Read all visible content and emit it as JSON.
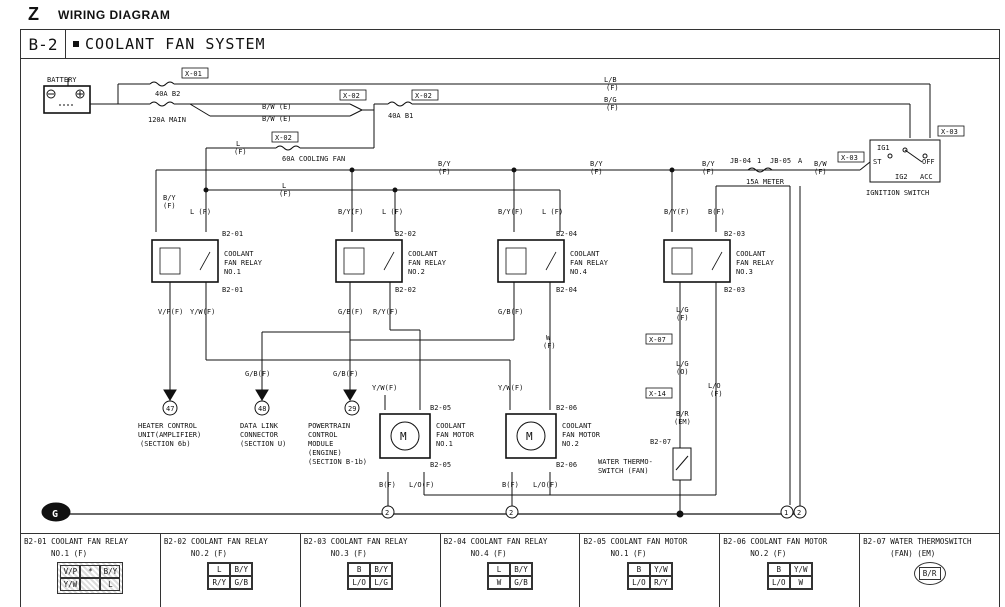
{
  "header": {
    "letter": "Z",
    "title": "WIRING DIAGRAM"
  },
  "section": {
    "code": "B-2",
    "name": "COOLANT FAN SYSTEM"
  },
  "diagram": {
    "battery": "BATTERY",
    "fuses": {
      "f40a_b2": "40A B2",
      "f120a": "120A MAIN",
      "f40a_b1": "40A B1",
      "f60a": "60A COOLING FAN",
      "f15a": "15A METER"
    },
    "connectors": {
      "x01": "X-01",
      "x02a": "X-02",
      "x02b": "X-02",
      "x02c": "X-02",
      "x03a": "X-03",
      "x03b": "X-03",
      "x07": "X-07",
      "x14": "X-14"
    },
    "wires": {
      "lb": "L/B",
      "bg": "B/G",
      "f": "(F)",
      "bw_e": "B/W (E)",
      "l": "L",
      "by": "B/Y",
      "bw": "B/W",
      "by_f": "B/Y(F)",
      "l_f": "L (F)",
      "b_f": "B(F)",
      "vp_f": "V/P(F)",
      "yw_f": "Y/W(F)",
      "gb_f": "G/B(F)",
      "ry_f": "R/Y(F)",
      "w": "W",
      "lg": "L/G",
      "o": "(O)",
      "br": "B/R",
      "em": "(EM)",
      "lo": "L/O",
      "lo_f": "L/O(F)"
    },
    "jb": {
      "jb04": "JB-04",
      "jb05": "JB-05",
      "one": "1",
      "a": "A"
    },
    "ignition": {
      "label": "IGNITION SWITCH",
      "ig1": "IG1",
      "st": "ST",
      "off": "OFF",
      "ig2": "IG2",
      "acc": "ACC"
    },
    "relays": {
      "r1": {
        "pin_top": "B2-01",
        "pin_bot": "B2-01",
        "name": [
          "COOLANT",
          "FAN RELAY",
          "NO.1"
        ]
      },
      "r2": {
        "pin_top": "B2-02",
        "pin_bot": "B2-02",
        "name": [
          "COOLANT",
          "FAN RELAY",
          "NO.2"
        ]
      },
      "r4": {
        "pin_top": "B2-04",
        "pin_bot": "B2-04",
        "name": [
          "COOLANT",
          "FAN RELAY",
          "NO.4"
        ]
      },
      "r3": {
        "pin_top": "B2-03",
        "pin_bot": "B2-03",
        "name": [
          "COOLANT",
          "FAN RELAY",
          "NO.3"
        ]
      }
    },
    "motors": {
      "m1": {
        "pin_top": "B2-05",
        "pin_bot": "B2-05",
        "name": [
          "COOLANT",
          "FAN MOTOR",
          "NO.1"
        ],
        "symbol": "M"
      },
      "m2": {
        "pin_top": "B2-06",
        "pin_bot": "B2-06",
        "name": [
          "COOLANT",
          "FAN MOTOR",
          "NO.2"
        ],
        "symbol": "M"
      }
    },
    "refs": {
      "r47": {
        "num": "47",
        "text": [
          "HEATER CONTROL",
          "UNIT(AMPLIFIER)",
          "(SECTION 6b)"
        ]
      },
      "r48": {
        "num": "48",
        "text": [
          "DATA LINK",
          "CONNECTOR",
          "(SECTION U)"
        ]
      },
      "r29": {
        "num": "29",
        "text": [
          "POWERTRAIN",
          "CONTROL",
          "MODULE",
          "(ENGINE)",
          "(SECTION B-1b)"
        ]
      }
    },
    "thermo": {
      "pin": "B2-07",
      "text": [
        "WATER THERMO-",
        "SWITCH (FAN)"
      ]
    },
    "grounds": {
      "g1": "2",
      "g2": "2",
      "g3": "1",
      "g4": "2",
      "g_symbol": "G"
    }
  },
  "connector_table": [
    {
      "title": "B2-01 COOLANT FAN RELAY",
      "sub": "NO.1 (F)",
      "cols": 3,
      "pins": [
        "V/P",
        "*",
        "B/Y",
        "Y/W",
        "",
        "L"
      ]
    },
    {
      "title": "B2-02 COOLANT FAN RELAY",
      "sub": "NO.2 (F)",
      "cols": 2,
      "pins": [
        "L",
        "B/Y",
        "R/Y",
        "G/B"
      ]
    },
    {
      "title": "B2-03 COOLANT FAN RELAY",
      "sub": "NO.3 (F)",
      "cols": 2,
      "pins": [
        "B",
        "B/Y",
        "L/O",
        "L/G"
      ]
    },
    {
      "title": "B2-04 COOLANT FAN RELAY",
      "sub": "NO.4 (F)",
      "cols": 2,
      "pins": [
        "L",
        "B/Y",
        "W",
        "G/B"
      ]
    },
    {
      "title": "B2-05 COOLANT FAN MOTOR",
      "sub": "NO.1 (F)",
      "cols": 2,
      "pins": [
        "B",
        "Y/W",
        "L/O",
        "R/Y"
      ]
    },
    {
      "title": "B2-06 COOLANT FAN MOTOR",
      "sub": "NO.2 (F)",
      "cols": 2,
      "pins": [
        "B",
        "Y/W",
        "L/O",
        "W"
      ]
    },
    {
      "title": "B2-07 WATER THERMOSWITCH",
      "sub": "(FAN) (EM)",
      "cols": 1,
      "pins": [
        "B/R"
      ]
    }
  ]
}
